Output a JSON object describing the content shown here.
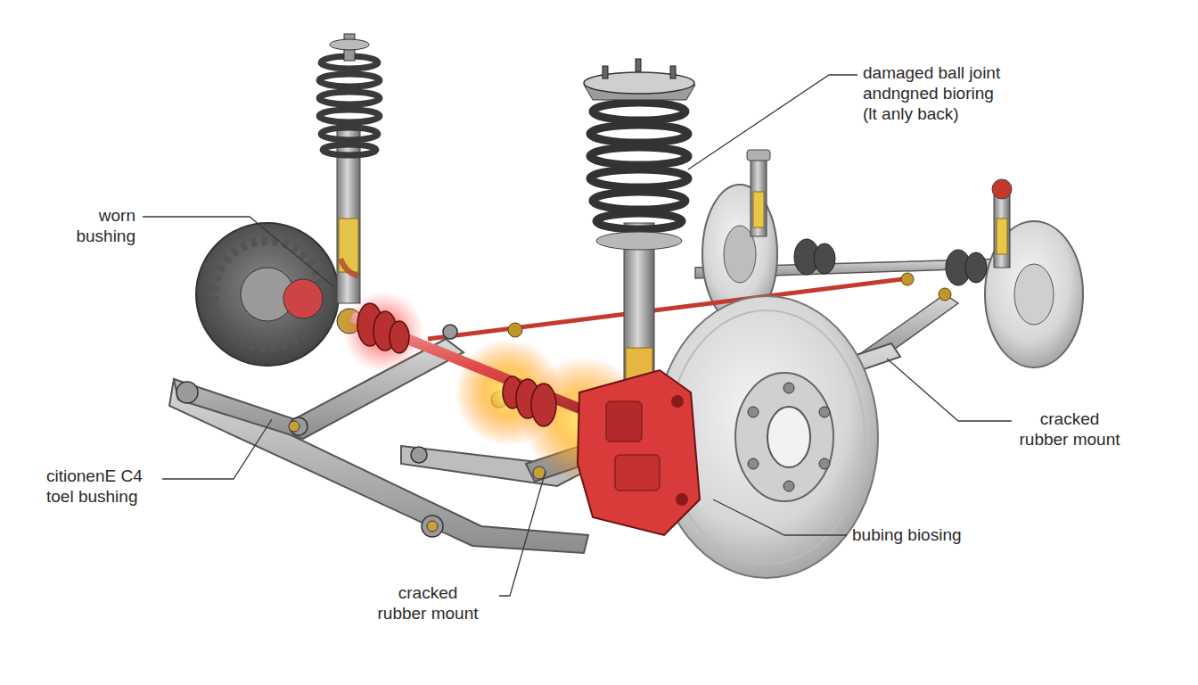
{
  "diagram": {
    "labels": [
      "damaged ball joint andngned bioring (lt anly back)",
      "worn bushing",
      "cracked rubber mount",
      "citionenE C4 toel bushing",
      "bubing biosing",
      "cracked rubber mount"
    ]
  }
}
